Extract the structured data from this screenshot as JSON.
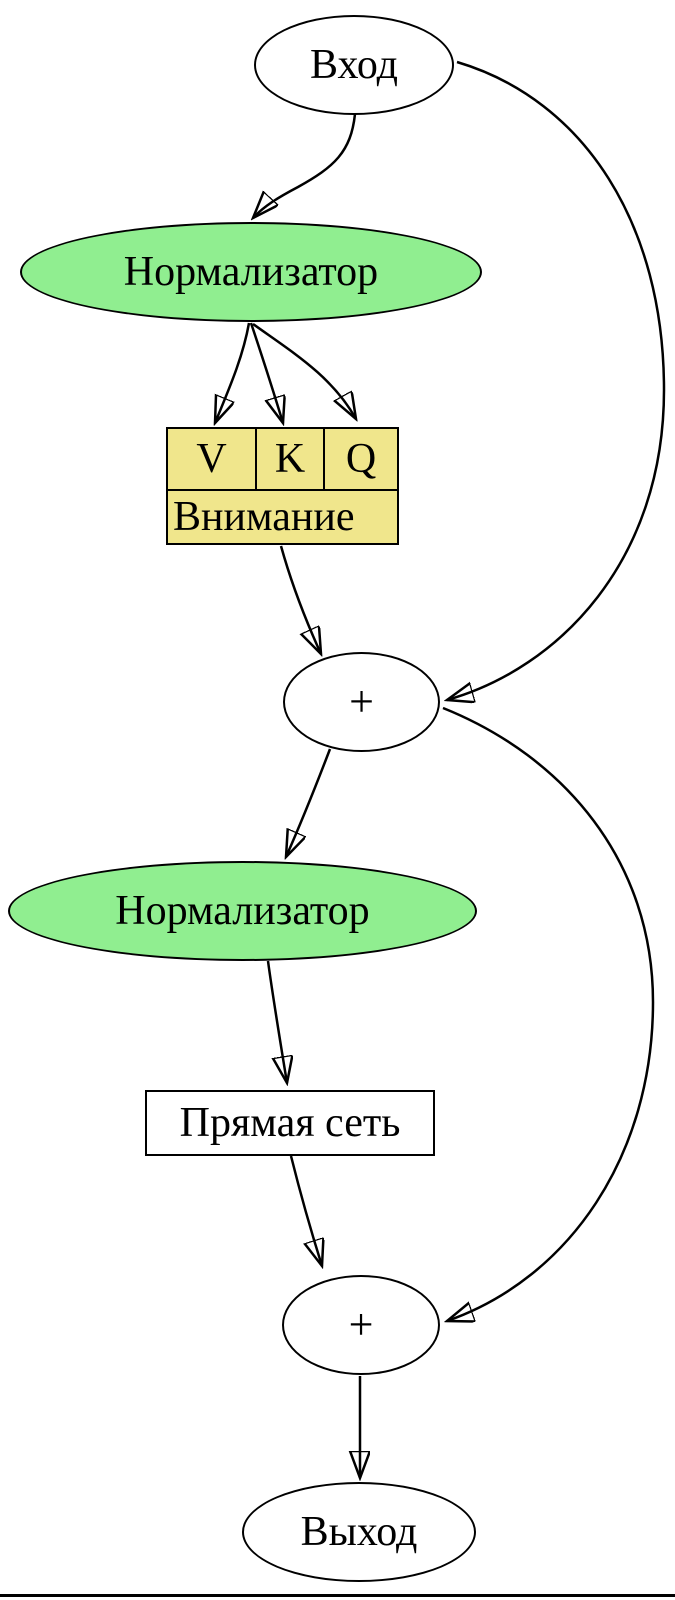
{
  "diagram": {
    "title": "transformer-block-flowchart",
    "colors": {
      "normalizer_fill": "#90EE90",
      "attention_fill": "#F0E68C",
      "node_fill": "#FFFFFF",
      "line": "#000000"
    },
    "nodes": {
      "input": {
        "label": "Вход",
        "shape": "ellipse"
      },
      "norm1": {
        "label": "Нормализатор",
        "shape": "ellipse"
      },
      "attention": {
        "label": "Внимание",
        "cells": [
          "V",
          "K",
          "Q"
        ],
        "shape": "record"
      },
      "add1": {
        "label": "+",
        "shape": "ellipse"
      },
      "norm2": {
        "label": "Нормализатор",
        "shape": "ellipse"
      },
      "ffn": {
        "label": "Прямая сеть",
        "shape": "box"
      },
      "add2": {
        "label": "+",
        "shape": "ellipse"
      },
      "output": {
        "label": "Выход",
        "shape": "ellipse"
      }
    },
    "edges": [
      {
        "from": "input",
        "to": "norm1"
      },
      {
        "from": "norm1",
        "to": "attention.V"
      },
      {
        "from": "norm1",
        "to": "attention.K"
      },
      {
        "from": "norm1",
        "to": "attention.Q"
      },
      {
        "from": "attention",
        "to": "add1"
      },
      {
        "from": "input",
        "to": "add1",
        "kind": "skip"
      },
      {
        "from": "add1",
        "to": "norm2"
      },
      {
        "from": "norm2",
        "to": "ffn"
      },
      {
        "from": "ffn",
        "to": "add2"
      },
      {
        "from": "add1",
        "to": "add2",
        "kind": "skip"
      },
      {
        "from": "add2",
        "to": "output"
      }
    ]
  }
}
